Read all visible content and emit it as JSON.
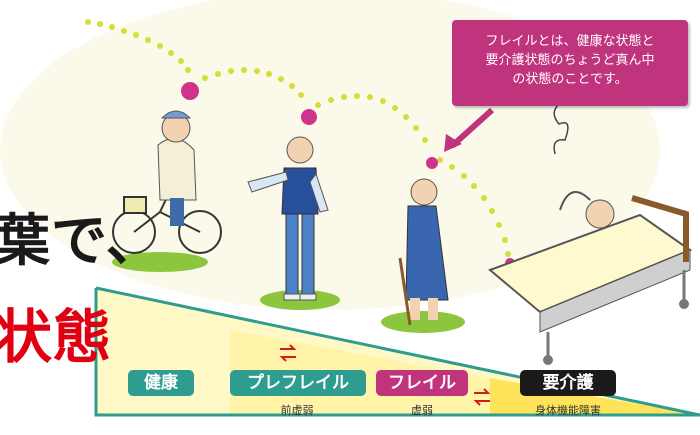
{
  "callout": {
    "lines": [
      "フレイルとは、健康な状態と",
      "要介護状態のちょうど真ん中",
      "の状態のことです。"
    ]
  },
  "overlay": {
    "line1": "葉で、",
    "line2": "状態"
  },
  "stages": [
    {
      "label": "健康",
      "color": "#2e9c8e"
    },
    {
      "label": "プレフレイル",
      "color": "#2e9c8e",
      "sub": "前虚弱"
    },
    {
      "label": "フレイル",
      "color": "#c0347e",
      "sub": "虚弱"
    },
    {
      "label": "要介護",
      "color": "#1a1a1a",
      "sub": "身体機能障害"
    }
  ]
}
